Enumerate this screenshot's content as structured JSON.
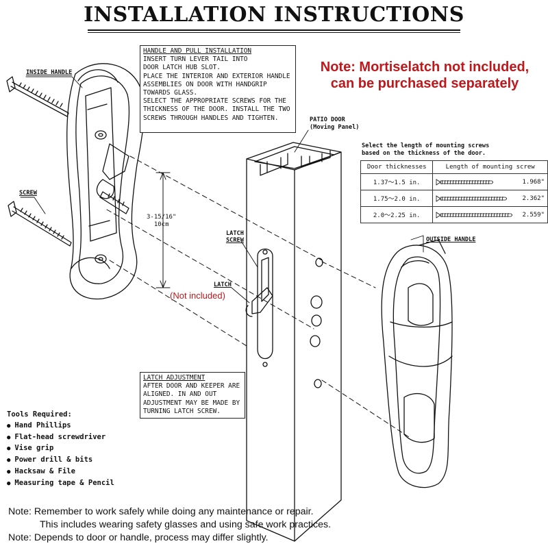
{
  "title": "INSTALLATION INSTRUCTIONS",
  "handle_box": {
    "heading": "HANDLE AND PULL INSTALLATION",
    "body": "INSERT TURN LEVER TAIL INTO\nDOOR LATCH HUB SLOT.\nPLACE THE INTERIOR AND EXTERIOR HANDLE\nASSEMBLIES ON DOOR WITH HANDGRIP\nTOWARDS GLASS.\nSELECT THE APPROPRIATE SCREWS FOR THE\nTHICKNESS OF THE DOOR. INSTALL THE TWO\nSCREWS THROUGH HANDLES AND TIGHTEN."
  },
  "note_mortise": [
    "Note: Mortiselatch not included,",
    "can be purchased separately"
  ],
  "labels": {
    "inside_handle": "INSIDE HANDLE",
    "screw": "SCREW",
    "patio_door": "PATIO DOOR",
    "moving_panel": "(Moving Panel)",
    "latch_screw_1": "LATCH",
    "latch_screw_2": "SCREW",
    "latch": "LATCH",
    "not_included": "(Not included)",
    "outside_handle": "OUTSIDE HANDLE",
    "dimension_1": "3-15/16\"",
    "dimension_2": "10cm"
  },
  "screw_table": {
    "caption_1": "Select the length of mounting screws",
    "caption_2": "based on the thickness of the door.",
    "headers": [
      "Door thicknesses",
      "Length of mounting screw"
    ],
    "rows": [
      {
        "thickness": "1.37〜1.5 in.",
        "length": "1.968\""
      },
      {
        "thickness": "1.75〜2.0 in.",
        "length": "2.362\""
      },
      {
        "thickness": "2.0〜2.25 in.",
        "length": "2.559\""
      }
    ]
  },
  "adjust_box": {
    "heading": "LATCH ADJUSTMENT",
    "body": "AFTER DOOR AND KEEPER ARE\nALIGNED. IN AND OUT\nADJUSTMENT MAY BE MADE BY\nTURNING LATCH SCREW."
  },
  "tools": {
    "heading": "Tools Required:",
    "items": [
      "Hand Phillips",
      "Flat-head screwdriver",
      "Vise grip",
      "Power drill & bits",
      "Hacksaw & File",
      "Measuring tape & Pencil"
    ]
  },
  "bottom_notes": [
    "Note: Remember to work safely while doing any maintenance or repair.",
    "This includes wearing safety glasses and using safe work practices.",
    "Note: Depends to door or handle, process may differ slightly."
  ],
  "colors": {
    "red_note": "#c0171b",
    "ink": "#111111"
  }
}
